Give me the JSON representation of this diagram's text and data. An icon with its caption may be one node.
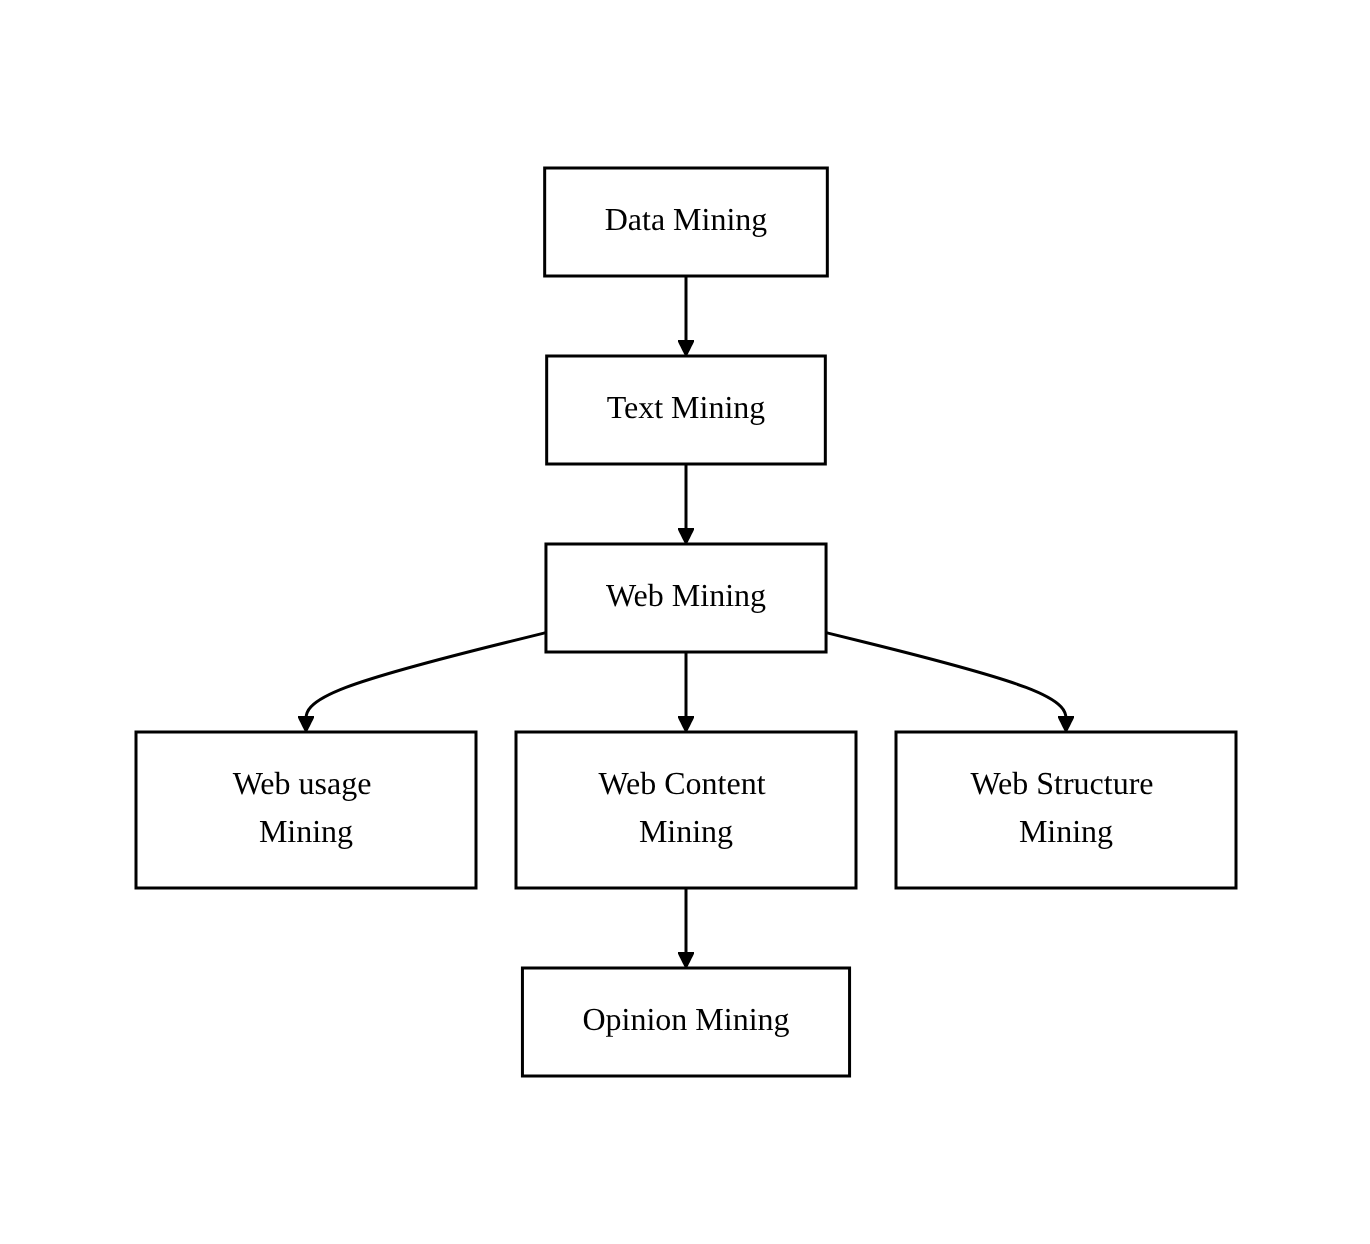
{
  "diagram": {
    "nodes": [
      {
        "text": [
          "Data Mining"
        ]
      },
      {
        "text": [
          "Text Mining"
        ]
      },
      {
        "text": [
          "Web Mining"
        ]
      },
      {
        "text": [
          "Web usage Mining"
        ]
      },
      {
        "text": [
          "Web Content Mining"
        ]
      },
      {
        "text": [
          "Web Structure Mining"
        ]
      },
      {
        "text": [
          "Opinion Mining"
        ]
      }
    ],
    "edges": [
      {
        "from": 0,
        "to": 1,
        "arrow": "to"
      },
      {
        "from": 1,
        "to": 2,
        "arrow": "to"
      },
      {
        "from": 2,
        "to": 3,
        "arrow": "to"
      },
      {
        "from": 2,
        "to": 4,
        "arrow": "to"
      },
      {
        "from": 2,
        "to": 5,
        "arrow": "to"
      },
      {
        "from": 4,
        "to": 6,
        "arrow": "to"
      }
    ]
  }
}
